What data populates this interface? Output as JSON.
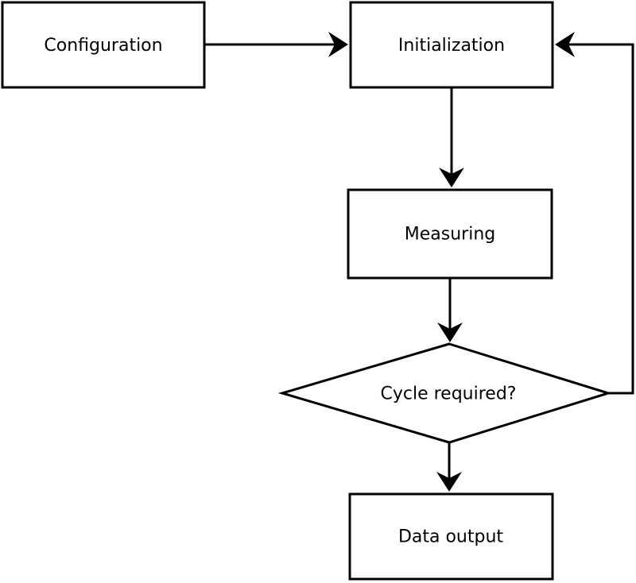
{
  "diagram": {
    "type": "flowchart",
    "background": "#ffffff",
    "colors": {
      "node_fill": "#ffffff",
      "stroke": "#000000",
      "text": "#000000"
    },
    "nodes": {
      "configuration": {
        "label": "Configuration",
        "shape": "rectangle"
      },
      "initialization": {
        "label": "Initialization",
        "shape": "rectangle"
      },
      "measuring": {
        "label": "Measuring",
        "shape": "rectangle"
      },
      "cycle_required": {
        "label": "Cycle required?",
        "shape": "diamond"
      },
      "data_output": {
        "label": "Data output",
        "shape": "rectangle"
      }
    },
    "edges": [
      {
        "from": "configuration",
        "to": "initialization",
        "direction": "right"
      },
      {
        "from": "initialization",
        "to": "measuring",
        "direction": "down"
      },
      {
        "from": "measuring",
        "to": "cycle_required",
        "direction": "down"
      },
      {
        "from": "cycle_required",
        "to": "data_output",
        "direction": "down"
      },
      {
        "from": "cycle_required",
        "to": "initialization",
        "direction": "right-up-loop"
      }
    ]
  }
}
